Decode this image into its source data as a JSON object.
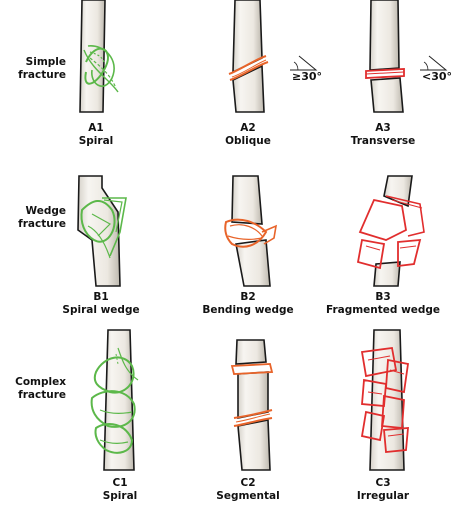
{
  "rows": [
    {
      "line1": "Simple",
      "line2": "fracture"
    },
    {
      "line1": "Wedge",
      "line2": "fracture"
    },
    {
      "line1": "Complex",
      "line2": "fracture"
    }
  ],
  "cells": [
    {
      "code": "A1",
      "name": "Spiral"
    },
    {
      "code": "A2",
      "name": "Oblique"
    },
    {
      "code": "A3",
      "name": "Transverse"
    },
    {
      "code": "B1",
      "name": "Spiral wedge"
    },
    {
      "code": "B2",
      "name": "Bending wedge"
    },
    {
      "code": "B3",
      "name": "Fragmented wedge"
    },
    {
      "code": "C1",
      "name": "Spiral"
    },
    {
      "code": "C2",
      "name": "Segmental"
    },
    {
      "code": "C3",
      "name": "Irregular"
    }
  ],
  "angles": {
    "oblique": "≥30°",
    "transverse": "<30°"
  },
  "colors": {
    "green": "#5cb84a",
    "orange": "#e8642a",
    "red": "#e12e2e",
    "bone": "#f4f2ee",
    "outline": "#1a1a1a"
  }
}
